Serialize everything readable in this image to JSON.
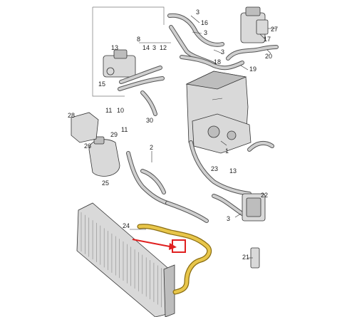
{
  "colors": {
    "highlight_hose": "#e8c64a",
    "highlight_hose_outline": "#8a6d12",
    "callout_red": "#e02020",
    "line_gray": "#333333",
    "part_fill": "#d9d9d9"
  },
  "part_numbers": {
    "p1": "1",
    "p2": "2",
    "p3a": "3",
    "p3b": "3",
    "p3c": "3",
    "p3d": "3",
    "p3e": "3",
    "p8": "8",
    "p10": "10",
    "p11a": "11",
    "p11b": "11",
    "p12": "12",
    "p13": "13",
    "p14": "14",
    "p15": "15",
    "p16": "16",
    "p17": "17",
    "p18": "18",
    "p19": "19",
    "p20": "20",
    "p21": "21",
    "p22": "22",
    "p23": "23",
    "p24": "24",
    "p25": "25",
    "p26": "26",
    "p27": "27",
    "p28": "28",
    "p29": "29",
    "p30": "30"
  }
}
